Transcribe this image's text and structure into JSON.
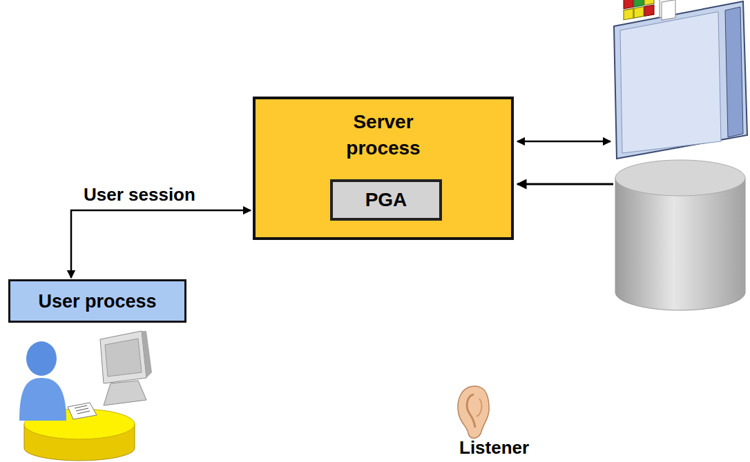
{
  "diagram": {
    "nodes": [
      {
        "text": [
          "Server process"
        ]
      },
      {
        "text": [
          "PGA"
        ],
        "in": 0
      },
      {
        "text": [
          "User process"
        ]
      }
    ],
    "edges": [
      {
        "from": 2,
        "to": 0,
        "arrow": "both",
        "label": "User session"
      }
    ],
    "labels": [
      "Listener"
    ]
  }
}
